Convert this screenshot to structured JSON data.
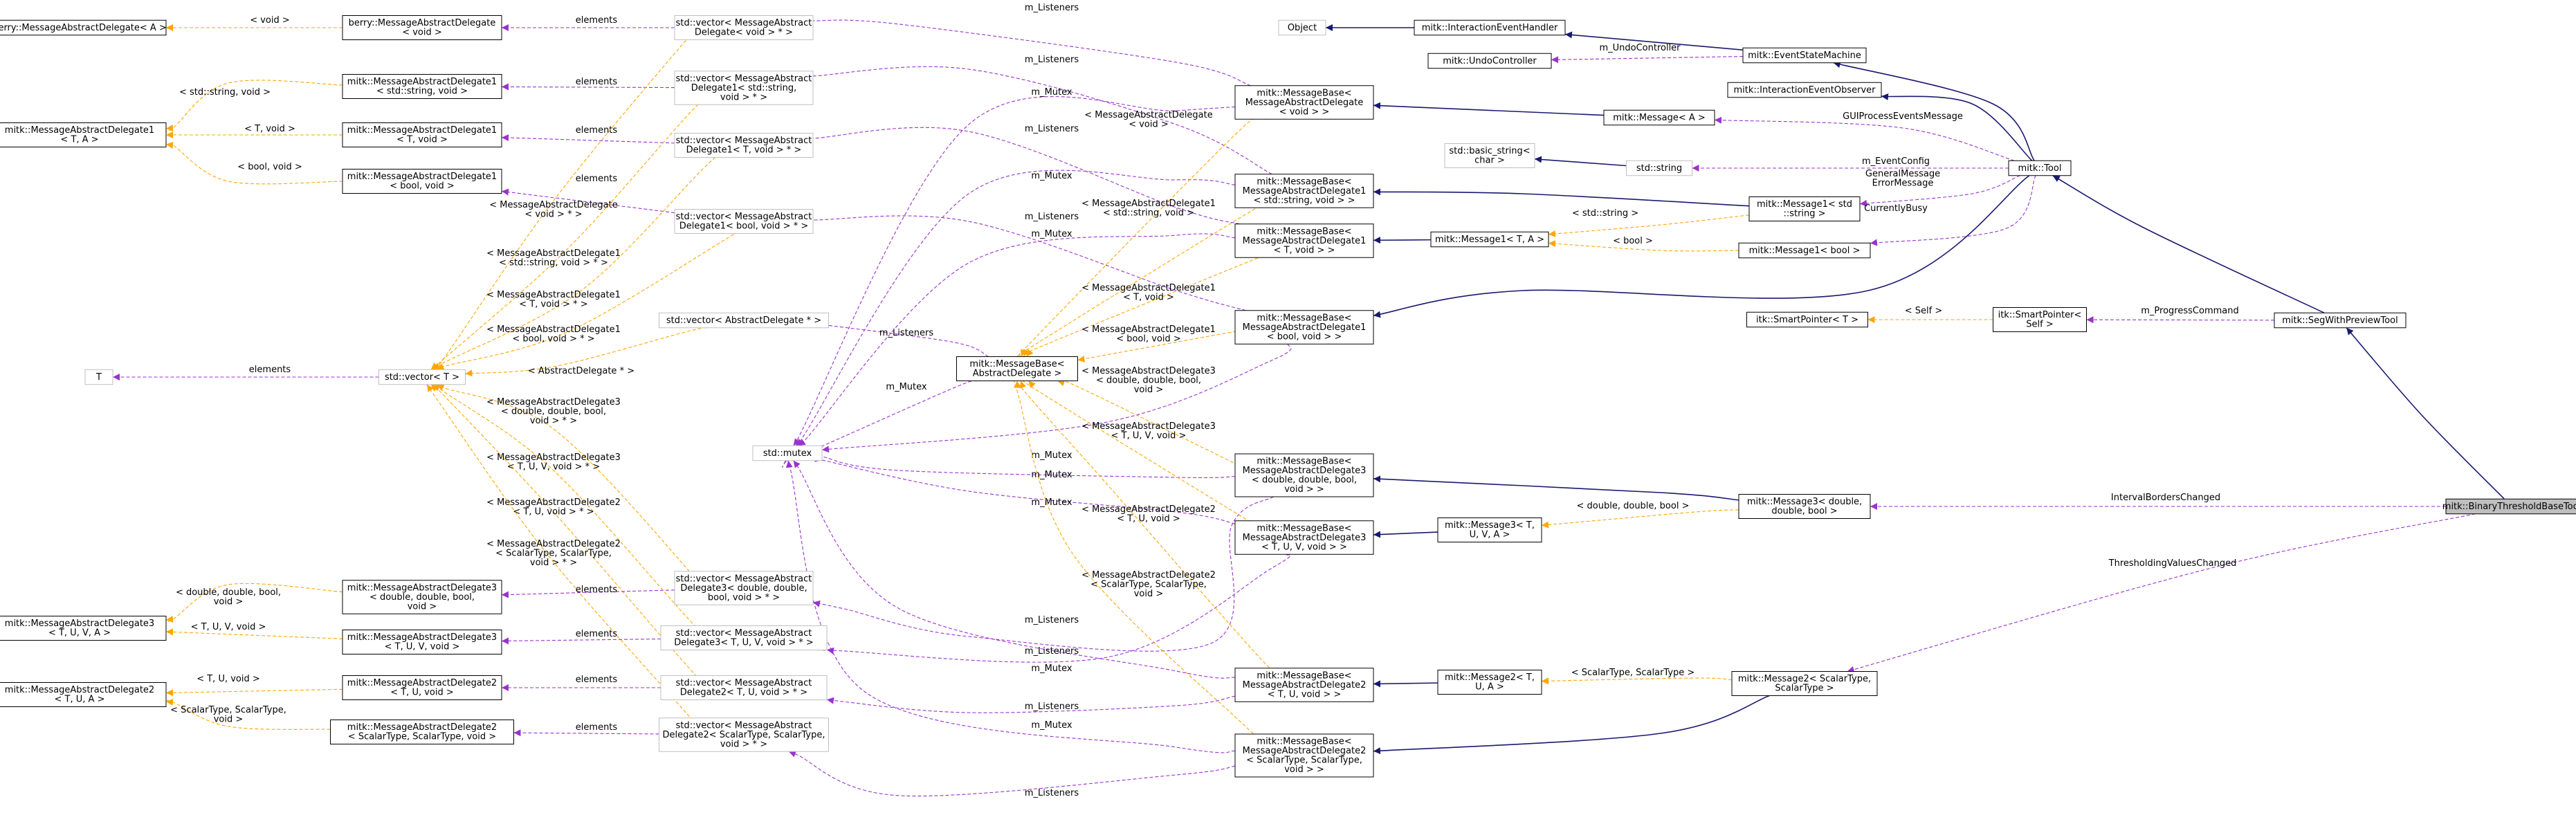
{
  "colors": {
    "inherit": "#191970",
    "usage": "#9a32cd",
    "template": "#ffa500",
    "box_border": "#000000",
    "box_border_ext": "#bfbfbf",
    "box_fill": "#ffffff",
    "highlight_fill": "#bfbfbf"
  },
  "nodes": [
    {
      "id": "berry_t",
      "lines": [
        "berry::MessageAbstractDelegate< A >"
      ],
      "style": "normal"
    },
    {
      "id": "berry_v",
      "lines": [
        "berry::MessageAbstractDelegate",
        "< void >"
      ],
      "style": "normal"
    },
    {
      "id": "mad1_t",
      "lines": [
        "mitk::MessageAbstractDelegate1",
        "< T, A >"
      ],
      "style": "normal"
    },
    {
      "id": "mad1_str",
      "lines": [
        "mitk::MessageAbstractDelegate1",
        "< std::string, void >"
      ],
      "style": "normal"
    },
    {
      "id": "mad1_tv",
      "lines": [
        "mitk::MessageAbstractDelegate1",
        "< T, void >"
      ],
      "style": "normal"
    },
    {
      "id": "mad1_bool",
      "lines": [
        "mitk::MessageAbstractDelegate1",
        "< bool, void >"
      ],
      "style": "normal"
    },
    {
      "id": "T",
      "lines": [
        "T"
      ],
      "style": "ext"
    },
    {
      "id": "vecT",
      "lines": [
        "std::vector< T >"
      ],
      "style": "ext"
    },
    {
      "id": "mad3_t",
      "lines": [
        "mitk::MessageAbstractDelegate3",
        "< T, U, V, A >"
      ],
      "style": "normal"
    },
    {
      "id": "mad3_ddb",
      "lines": [
        "mitk::MessageAbstractDelegate3",
        "< double, double, bool,",
        "void >"
      ],
      "style": "normal"
    },
    {
      "id": "mad3_tuv",
      "lines": [
        "mitk::MessageAbstractDelegate3",
        "< T, U, V, void >"
      ],
      "style": "normal"
    },
    {
      "id": "mad2_t",
      "lines": [
        "mitk::MessageAbstractDelegate2",
        "< T, U, A >"
      ],
      "style": "normal"
    },
    {
      "id": "mad2_tu",
      "lines": [
        "mitk::MessageAbstractDelegate2",
        "< T, U, void >"
      ],
      "style": "normal"
    },
    {
      "id": "mad2_sc",
      "lines": [
        "mitk::MessageAbstractDelegate2",
        "< ScalarType, ScalarType, void >"
      ],
      "style": "normal"
    },
    {
      "id": "vec_v",
      "lines": [
        "std::vector< MessageAbstract",
        "Delegate< void > * >"
      ],
      "style": "ext"
    },
    {
      "id": "vec_str",
      "lines": [
        "std::vector< MessageAbstract",
        "Delegate1< std::string,",
        "void > * >"
      ],
      "style": "ext"
    },
    {
      "id": "vec_tv",
      "lines": [
        "std::vector< MessageAbstract",
        "Delegate1< T, void > * >"
      ],
      "style": "ext"
    },
    {
      "id": "vec_bool",
      "lines": [
        "std::vector< MessageAbstract",
        "Delegate1< bool, void > * >"
      ],
      "style": "ext"
    },
    {
      "id": "vec_ad",
      "lines": [
        "std::vector< AbstractDelegate * >"
      ],
      "style": "ext"
    },
    {
      "id": "mutex",
      "lines": [
        "std::mutex"
      ],
      "style": "ext"
    },
    {
      "id": "vec_ddb",
      "lines": [
        "std::vector< MessageAbstract",
        "Delegate3< double, double,",
        "bool, void > * >"
      ],
      "style": "ext"
    },
    {
      "id": "vec_tuv",
      "lines": [
        "std::vector< MessageAbstract",
        "Delegate3< T, U, V, void > * >"
      ],
      "style": "ext"
    },
    {
      "id": "vec_tu",
      "lines": [
        "std::vector< MessageAbstract",
        "Delegate2< T, U, void > * >"
      ],
      "style": "ext"
    },
    {
      "id": "vec_sc",
      "lines": [
        "std::vector< MessageAbstract",
        "Delegate2< ScalarType, ScalarType,",
        "void > * >"
      ],
      "style": "ext"
    },
    {
      "id": "mbad",
      "lines": [
        "mitk::MessageBase<",
        "AbstractDelegate >"
      ],
      "style": "normal"
    },
    {
      "id": "mb_v",
      "lines": [
        "mitk::MessageBase<",
        "MessageAbstractDelegate",
        "< void > >"
      ],
      "style": "normal"
    },
    {
      "id": "mb_str",
      "lines": [
        "mitk::MessageBase<",
        "MessageAbstractDelegate1",
        "< std::string, void > >"
      ],
      "style": "normal"
    },
    {
      "id": "mb_tv",
      "lines": [
        "mitk::MessageBase<",
        "MessageAbstractDelegate1",
        "< T, void > >"
      ],
      "style": "normal"
    },
    {
      "id": "mb_bool",
      "lines": [
        "mitk::MessageBase<",
        "MessageAbstractDelegate1",
        "< bool, void > >"
      ],
      "style": "normal"
    },
    {
      "id": "mb_ddb",
      "lines": [
        "mitk::MessageBase<",
        "MessageAbstractDelegate3",
        "< double, double, bool,",
        "void > >"
      ],
      "style": "normal"
    },
    {
      "id": "mb_tuv",
      "lines": [
        "mitk::MessageBase<",
        "MessageAbstractDelegate3",
        "< T, U, V, void > >"
      ],
      "style": "normal"
    },
    {
      "id": "mb_tu",
      "lines": [
        "mitk::MessageBase<",
        "MessageAbstractDelegate2",
        "< T, U, void > >"
      ],
      "style": "normal"
    },
    {
      "id": "mb_sc",
      "lines": [
        "mitk::MessageBase<",
        "MessageAbstractDelegate2",
        "< ScalarType, ScalarType,",
        "void > >"
      ],
      "style": "normal"
    },
    {
      "id": "object",
      "lines": [
        "Object"
      ],
      "style": "ext"
    },
    {
      "id": "ieh",
      "lines": [
        "mitk::InteractionEventHandler"
      ],
      "style": "normal"
    },
    {
      "id": "undo",
      "lines": [
        "mitk::UndoController"
      ],
      "style": "normal"
    },
    {
      "id": "esm",
      "lines": [
        "mitk::EventStateMachine"
      ],
      "style": "normal"
    },
    {
      "id": "ieo",
      "lines": [
        "mitk::InteractionEventObserver"
      ],
      "style": "normal"
    },
    {
      "id": "msg_a",
      "lines": [
        "mitk::Message< A >"
      ],
      "style": "normal"
    },
    {
      "id": "basic_string",
      "lines": [
        "std::basic_string<",
        "char >"
      ],
      "style": "ext"
    },
    {
      "id": "stdstring",
      "lines": [
        "std::string"
      ],
      "style": "ext"
    },
    {
      "id": "msg1_ta",
      "lines": [
        "mitk::Message1< T, A >"
      ],
      "style": "normal"
    },
    {
      "id": "msg1_str",
      "lines": [
        "mitk::Message1< std",
        "::string >"
      ],
      "style": "normal"
    },
    {
      "id": "msg1_bool",
      "lines": [
        "mitk::Message1< bool >"
      ],
      "style": "normal"
    },
    {
      "id": "tool",
      "lines": [
        "mitk::Tool"
      ],
      "style": "normal"
    },
    {
      "id": "itk_sp_t",
      "lines": [
        "itk::SmartPointer< T >"
      ],
      "style": "normal"
    },
    {
      "id": "itk_sp_self",
      "lines": [
        "itk::SmartPointer<",
        "Self >"
      ],
      "style": "normal"
    },
    {
      "id": "segpreview",
      "lines": [
        "mitk::SegWithPreviewTool"
      ],
      "style": "normal"
    },
    {
      "id": "msg3_ddb",
      "lines": [
        "mitk::Message3< double,",
        "double, bool >"
      ],
      "style": "normal"
    },
    {
      "id": "msg3_tuv",
      "lines": [
        "mitk::Message3< T,",
        "U, V, A >"
      ],
      "style": "normal"
    },
    {
      "id": "msg2_tu",
      "lines": [
        "mitk::Message2< T,",
        "U, A >"
      ],
      "style": "normal"
    },
    {
      "id": "msg2_sc",
      "lines": [
        "mitk::Message2< ScalarType,",
        "ScalarType >"
      ],
      "style": "normal"
    },
    {
      "id": "bttool",
      "lines": [
        "mitk::BinaryThresholdBaseTool"
      ],
      "style": "highlight"
    }
  ],
  "edges": [
    {
      "id": "e1",
      "kind": "template",
      "label": [
        "< void >"
      ]
    },
    {
      "id": "e2",
      "kind": "template",
      "label": [
        "< std::string, void >"
      ]
    },
    {
      "id": "e3",
      "kind": "template",
      "label": [
        "< T, void >"
      ]
    },
    {
      "id": "e4",
      "kind": "template",
      "label": [
        "< bool, void >"
      ]
    },
    {
      "id": "e5",
      "kind": "usage",
      "label": [
        "elements"
      ]
    },
    {
      "id": "e6",
      "kind": "usage",
      "label": [
        "elements"
      ]
    },
    {
      "id": "e7",
      "kind": "usage",
      "label": [
        "elements"
      ]
    },
    {
      "id": "e8",
      "kind": "usage",
      "label": [
        "elements"
      ]
    },
    {
      "id": "e9",
      "kind": "usage",
      "label": [
        "elements"
      ]
    },
    {
      "id": "e10",
      "kind": "template",
      "label": [
        "< MessageAbstractDelegate",
        "< void > * >"
      ]
    },
    {
      "id": "e11",
      "kind": "template",
      "label": [
        "< MessageAbstractDelegate1",
        "< std::string, void > * >"
      ]
    },
    {
      "id": "e12",
      "kind": "template",
      "label": [
        "< MessageAbstractDelegate1",
        "< T, void > * >"
      ]
    },
    {
      "id": "e13",
      "kind": "template",
      "label": [
        "< MessageAbstractDelegate1",
        "< bool, void > * >"
      ]
    },
    {
      "id": "e14",
      "kind": "template",
      "label": [
        "< AbstractDelegate * >"
      ]
    },
    {
      "id": "e15",
      "kind": "template",
      "label": [
        "< MessageAbstractDelegate3",
        "< double, double, bool,",
        "void > * >"
      ]
    },
    {
      "id": "e16",
      "kind": "template",
      "label": [
        "< MessageAbstractDelegate3",
        "< T, U, V, void > * >"
      ]
    },
    {
      "id": "e17",
      "kind": "template",
      "label": [
        "< MessageAbstractDelegate2",
        "< T, U, void > * >"
      ]
    },
    {
      "id": "e18",
      "kind": "template",
      "label": [
        "< MessageAbstractDelegate2",
        "< ScalarType, ScalarType,",
        "void > * >"
      ]
    },
    {
      "id": "e19",
      "kind": "template",
      "label": [
        "< double, double, bool,",
        "void >"
      ]
    },
    {
      "id": "e20",
      "kind": "template",
      "label": [
        "< T, U, V, void >"
      ]
    },
    {
      "id": "e21",
      "kind": "template",
      "label": [
        "< T, U, void >"
      ]
    },
    {
      "id": "e22",
      "kind": "template",
      "label": [
        "< ScalarType, ScalarType,",
        "void >"
      ]
    },
    {
      "id": "e23",
      "kind": "usage",
      "label": [
        "elements"
      ]
    },
    {
      "id": "e24",
      "kind": "usage",
      "label": [
        "elements"
      ]
    },
    {
      "id": "e25",
      "kind": "usage",
      "label": [
        "elements"
      ]
    },
    {
      "id": "e26",
      "kind": "usage",
      "label": [
        "elements"
      ]
    },
    {
      "id": "e27",
      "kind": "usage",
      "label": [
        "m_Listeners"
      ]
    },
    {
      "id": "e28",
      "kind": "usage",
      "label": [
        "m_Listeners"
      ]
    },
    {
      "id": "e29",
      "kind": "usage",
      "label": [
        "m_Listeners"
      ]
    },
    {
      "id": "e30",
      "kind": "usage",
      "label": [
        "m_Listeners"
      ]
    },
    {
      "id": "e31",
      "kind": "usage",
      "label": [
        "m_Listeners"
      ]
    },
    {
      "id": "e32",
      "kind": "usage",
      "label": [
        "m_Mutex"
      ]
    },
    {
      "id": "e33",
      "kind": "usage",
      "label": [
        "m_Mutex"
      ]
    },
    {
      "id": "e34",
      "kind": "usage",
      "label": [
        "m_Mutex"
      ]
    },
    {
      "id": "e35",
      "kind": "usage",
      "label": [
        "m_Mutex"
      ]
    },
    {
      "id": "e36",
      "kind": "usage",
      "label": [
        "m_Mutex"
      ]
    },
    {
      "id": "e37",
      "kind": "usage",
      "label": [
        "m_Mutex"
      ]
    },
    {
      "id": "e38",
      "kind": "usage",
      "label": [
        "m_Mutex"
      ]
    },
    {
      "id": "e39",
      "kind": "usage",
      "label": [
        "m_Mutex"
      ]
    },
    {
      "id": "e40",
      "kind": "usage",
      "label": [
        "m_Mutex"
      ]
    },
    {
      "id": "e41",
      "kind": "usage",
      "label": [
        "m_Listeners"
      ]
    },
    {
      "id": "e42",
      "kind": "usage",
      "label": [
        "m_Listeners"
      ]
    },
    {
      "id": "e43",
      "kind": "usage",
      "label": [
        "m_Listeners"
      ]
    },
    {
      "id": "e44",
      "kind": "usage",
      "label": [
        "m_Listeners"
      ]
    },
    {
      "id": "e45",
      "kind": "template",
      "label": [
        "< MessageAbstractDelegate",
        "< void >"
      ]
    },
    {
      "id": "e46",
      "kind": "template",
      "label": [
        "< MessageAbstractDelegate1",
        "< std::string, void >"
      ]
    },
    {
      "id": "e47",
      "kind": "template",
      "label": [
        "< MessageAbstractDelegate1",
        "< T, void >"
      ]
    },
    {
      "id": "e48",
      "kind": "template",
      "label": [
        "< MessageAbstractDelegate1",
        "< bool, void >"
      ]
    },
    {
      "id": "e49",
      "kind": "template",
      "label": [
        "< MessageAbstractDelegate3",
        "< double, double, bool,",
        "void >"
      ]
    },
    {
      "id": "e50",
      "kind": "template",
      "label": [
        "< MessageAbstractDelegate3",
        "< T, U, V, void >"
      ]
    },
    {
      "id": "e51",
      "kind": "template",
      "label": [
        "< MessageAbstractDelegate2",
        "< T, U, void >"
      ]
    },
    {
      "id": "e52",
      "kind": "template",
      "label": [
        "< MessageAbstractDelegate2",
        "< ScalarType, ScalarType,",
        "void >"
      ]
    },
    {
      "id": "e53",
      "kind": "inherit",
      "label": []
    },
    {
      "id": "e54",
      "kind": "inherit",
      "label": []
    },
    {
      "id": "e55",
      "kind": "inherit",
      "label": []
    },
    {
      "id": "e56",
      "kind": "inherit",
      "label": []
    },
    {
      "id": "e57",
      "kind": "inherit",
      "label": []
    },
    {
      "id": "e58",
      "kind": "inherit",
      "label": []
    },
    {
      "id": "e59",
      "kind": "inherit",
      "label": []
    },
    {
      "id": "e60",
      "kind": "inherit",
      "label": []
    },
    {
      "id": "e61",
      "kind": "template",
      "label": [
        "< std::string >"
      ]
    },
    {
      "id": "e62",
      "kind": "template",
      "label": [
        "< bool >"
      ]
    },
    {
      "id": "e63",
      "kind": "template",
      "label": [
        "< double, double, bool >"
      ]
    },
    {
      "id": "e64",
      "kind": "template",
      "label": [
        "< ScalarType, ScalarType >"
      ]
    },
    {
      "id": "e65",
      "kind": "inherit",
      "label": []
    },
    {
      "id": "e66",
      "kind": "inherit",
      "label": []
    },
    {
      "id": "e67",
      "kind": "inherit",
      "label": []
    },
    {
      "id": "e68",
      "kind": "inherit",
      "label": []
    },
    {
      "id": "e69",
      "kind": "inherit",
      "label": []
    },
    {
      "id": "e70",
      "kind": "inherit",
      "label": []
    },
    {
      "id": "e71",
      "kind": "inherit",
      "label": []
    },
    {
      "id": "e72",
      "kind": "usage",
      "label": [
        "m_UndoController"
      ]
    },
    {
      "id": "e73",
      "kind": "usage",
      "label": [
        "GUIProcessEventsMessage"
      ]
    },
    {
      "id": "e74",
      "kind": "usage",
      "label": [
        "m_EventConfig"
      ]
    },
    {
      "id": "e75",
      "kind": "usage",
      "label": [
        "GeneralMessage",
        "ErrorMessage"
      ]
    },
    {
      "id": "e76",
      "kind": "usage",
      "label": [
        "CurrentlyBusy"
      ]
    },
    {
      "id": "e77",
      "kind": "template",
      "label": [
        "< Self >"
      ]
    },
    {
      "id": "e78",
      "kind": "usage",
      "label": [
        "m_ProgressCommand"
      ]
    },
    {
      "id": "e79",
      "kind": "usage",
      "label": [
        "IntervalBordersChanged"
      ]
    },
    {
      "id": "e80",
      "kind": "usage",
      "label": [
        "ThresholdingValuesChanged"
      ]
    }
  ]
}
